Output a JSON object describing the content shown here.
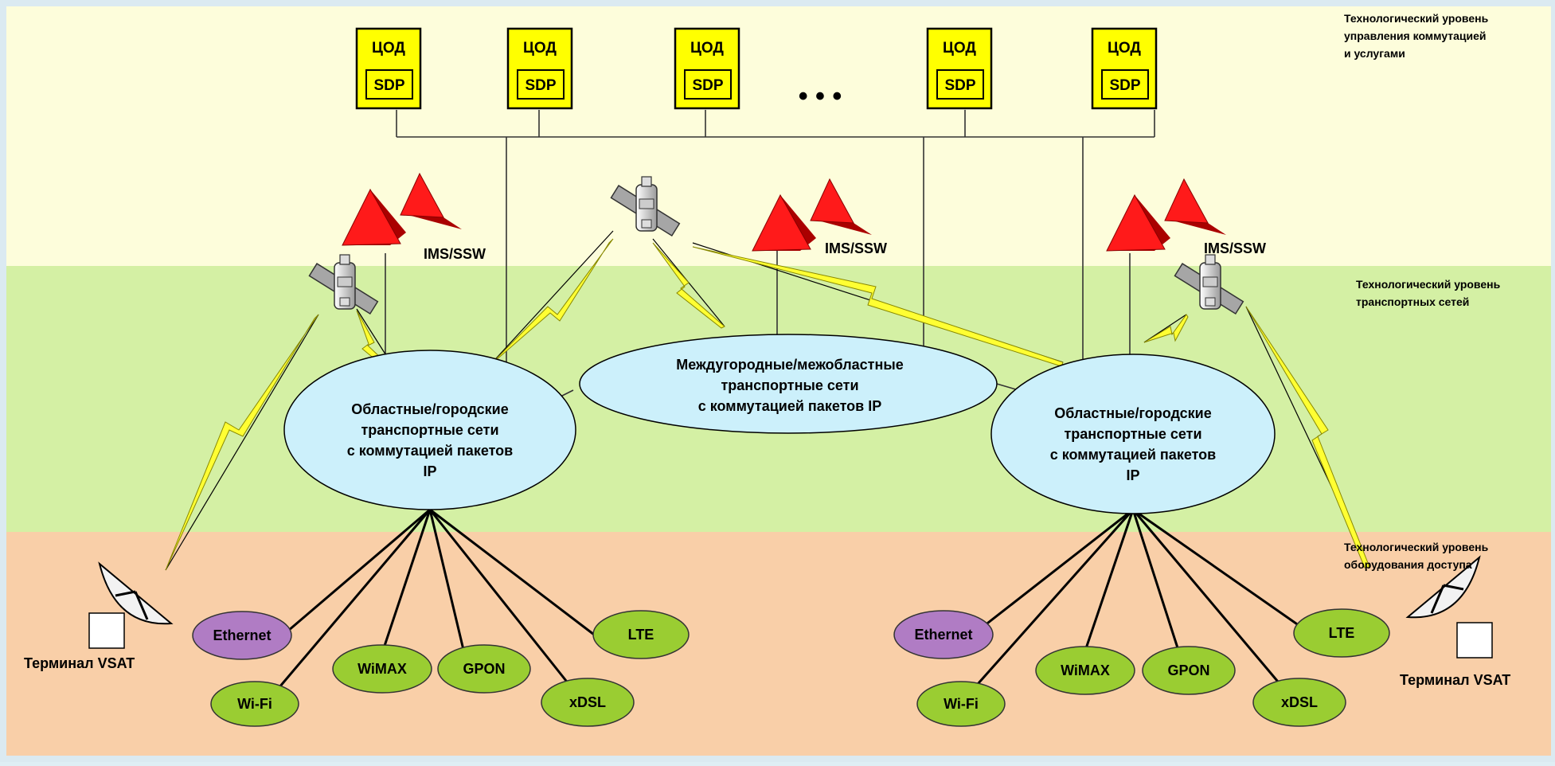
{
  "colors": {
    "top_band": "#fdfddb",
    "mid_band": "#d4f0a4",
    "bottom_band": "#f9cfa8",
    "frame": "#d6e7ef",
    "cod_box": "#ffff00",
    "ims": "#ff0000",
    "cloud": "#ccf0fb",
    "ethernet": "#b07cc4",
    "access": "#9acd32",
    "lightning": "#ffff33"
  },
  "layers": {
    "top": {
      "line1": "Технологический уровень",
      "line2": "управления коммутацией",
      "line3": "и услугами"
    },
    "mid": {
      "line1": "Технологический уровень",
      "line2": "транспортных сетей"
    },
    "bottom": {
      "line1": "Технологический уровень",
      "line2": "оборудования доступа"
    }
  },
  "cod": {
    "title": "ЦОД",
    "inner": "SDP"
  },
  "dots": "• • •",
  "ims_label": "IMS/SSW",
  "clouds": {
    "left": {
      "line1": "Областные/городские",
      "line2": "транспортные сети",
      "line3": "с коммутацией пакетов",
      "line4": "IP"
    },
    "center": {
      "line1": "Междугородные/межобластные",
      "line2": "транспортные сети",
      "line3": "с коммутацией пакетов IP"
    },
    "right": {
      "line1": "Областные/городские",
      "line2": "транспортные сети",
      "line3": "с коммутацией пакетов",
      "line4": "IP"
    }
  },
  "access": {
    "ethernet": "Ethernet",
    "wifi": "Wi-Fi",
    "wimax": "WiMAX",
    "gpon": "GPON",
    "lte": "LTE",
    "xdsl": "xDSL"
  },
  "vsat_label": "Терминал VSAT"
}
